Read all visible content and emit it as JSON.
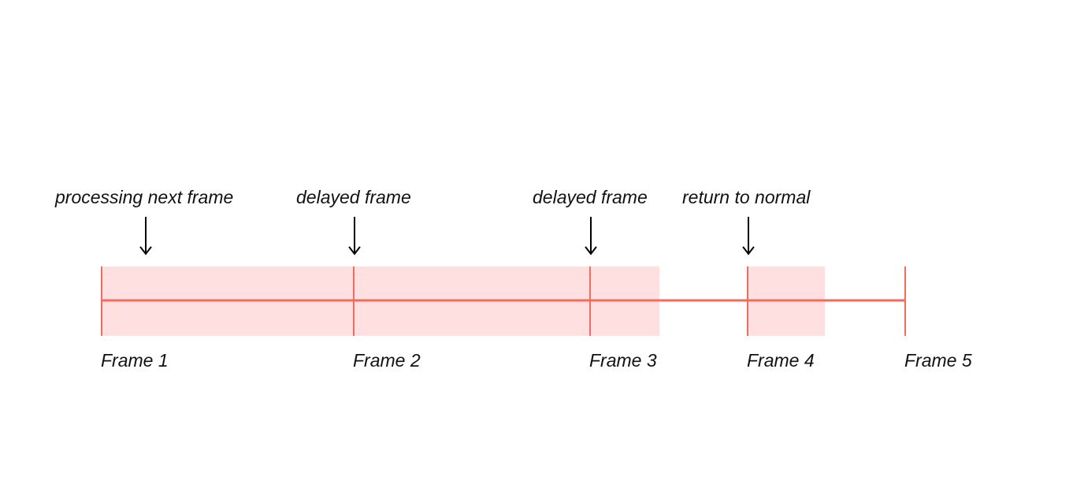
{
  "colors": {
    "timeline": "#f26b5e",
    "highlight": "#fde0df",
    "arrow": "#000000",
    "text": "#111111"
  },
  "annotations": [
    {
      "label": "processing next frame"
    },
    {
      "label": "delayed frame"
    },
    {
      "label": "delayed frame"
    },
    {
      "label": "return to normal"
    }
  ],
  "frames": [
    {
      "label": "Frame 1"
    },
    {
      "label": "Frame 2"
    },
    {
      "label": "Frame 3"
    },
    {
      "label": "Frame 4"
    },
    {
      "label": "Frame 5"
    }
  ]
}
